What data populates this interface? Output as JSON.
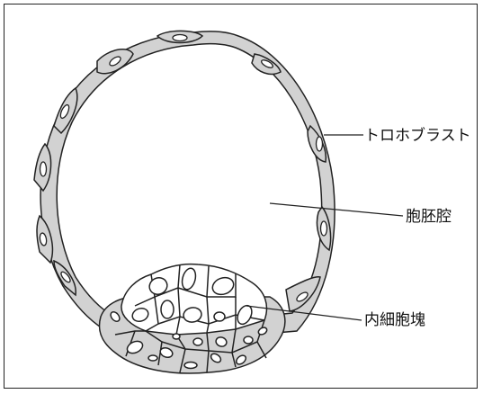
{
  "labels": {
    "trophoblast": "トロホブラスト",
    "blastocoel": "胞胚腔",
    "inner_cell_mass": "内細胞塊"
  },
  "colors": {
    "cell_fill": "#d2d2d2",
    "line": "#222222",
    "background": "#ffffff"
  }
}
